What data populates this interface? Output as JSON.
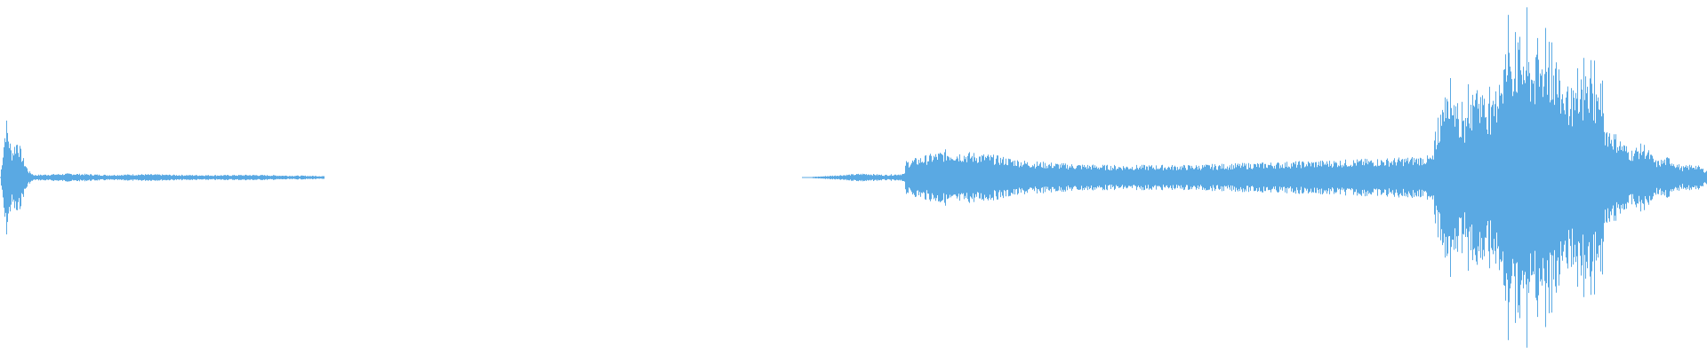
{
  "waveform": {
    "color": "#5aa9e3",
    "background": "#ffffff",
    "segments": [
      {
        "name": "intro-burst",
        "start": 0.0,
        "end": 0.02,
        "envelope": [
          0.0,
          0.45,
          0.2,
          0.3,
          0.15,
          0.05,
          0.02
        ]
      },
      {
        "name": "low-tail",
        "start": 0.02,
        "end": 0.19,
        "envelope": [
          0.02,
          0.03,
          0.02,
          0.025,
          0.02,
          0.018,
          0.02,
          0.015,
          0.012
        ]
      },
      {
        "name": "pre-roll",
        "start": 0.47,
        "end": 0.53,
        "envelope": [
          0.0,
          0.01,
          0.02,
          0.03,
          0.02,
          0.03
        ]
      },
      {
        "name": "sustained-body",
        "start": 0.53,
        "end": 0.84,
        "envelope": [
          0.12,
          0.2,
          0.17,
          0.12,
          0.1,
          0.09,
          0.09,
          0.09,
          0.1,
          0.11,
          0.12,
          0.13,
          0.14,
          0.16
        ]
      },
      {
        "name": "loud-section",
        "start": 0.84,
        "end": 0.94,
        "envelope": [
          0.25,
          0.75,
          0.4,
          0.7,
          0.5,
          0.95,
          1.0,
          0.85,
          0.95,
          0.7,
          0.6,
          0.75,
          0.5
        ]
      },
      {
        "name": "decay",
        "start": 0.94,
        "end": 1.0,
        "envelope": [
          0.4,
          0.3,
          0.2,
          0.25,
          0.12,
          0.15,
          0.08,
          0.1,
          0.05
        ]
      }
    ]
  }
}
